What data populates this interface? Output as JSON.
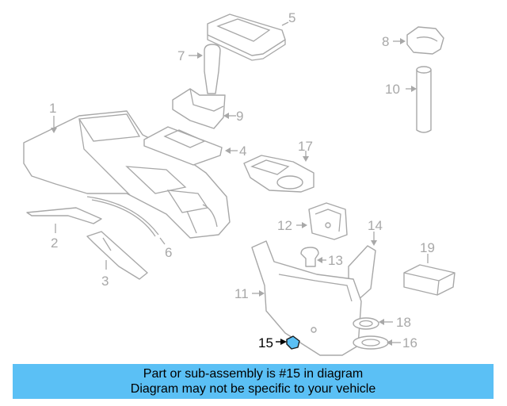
{
  "callouts": [
    {
      "id": "1",
      "label": "1"
    },
    {
      "id": "2",
      "label": "2"
    },
    {
      "id": "3",
      "label": "3"
    },
    {
      "id": "4",
      "label": "4"
    },
    {
      "id": "5",
      "label": "5"
    },
    {
      "id": "6",
      "label": "6"
    },
    {
      "id": "7",
      "label": "7"
    },
    {
      "id": "8",
      "label": "8"
    },
    {
      "id": "9",
      "label": "9"
    },
    {
      "id": "10",
      "label": "10"
    },
    {
      "id": "11",
      "label": "11"
    },
    {
      "id": "12",
      "label": "12"
    },
    {
      "id": "13",
      "label": "13"
    },
    {
      "id": "14",
      "label": "14"
    },
    {
      "id": "15",
      "label": "15"
    },
    {
      "id": "16",
      "label": "16"
    },
    {
      "id": "17",
      "label": "17"
    },
    {
      "id": "18",
      "label": "18"
    },
    {
      "id": "19",
      "label": "19"
    }
  ],
  "highlighted_part": "15",
  "colors": {
    "banner": "#5bc0f5",
    "highlight_part": "#5bc0f5",
    "line_art": "#a8a8a8"
  },
  "banner": {
    "line1": "Part or sub-assembly is #15 in diagram",
    "line2": "Diagram may not be specific to your vehicle"
  }
}
